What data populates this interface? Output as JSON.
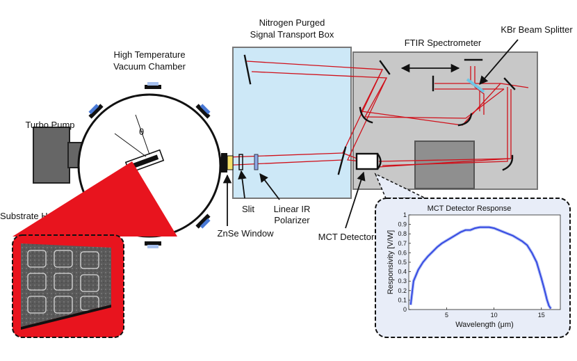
{
  "labels": {
    "box_title_line1": "Nitrogen Purged",
    "box_title_line2": "Signal Transport Box",
    "chamber_line1": "High Temperature",
    "chamber_line2": "Vacuum Chamber",
    "ftir": "FTIR Spectrometer",
    "beam_splitter": "KBr Beam Splitter",
    "turbo_pump": "Turbo Pump",
    "substrate_heater": "Substrate Heater",
    "theta": "θ",
    "slit": "Slit",
    "polarizer_line1": "Linear IR",
    "polarizer_line2": "Polarizer",
    "znse_window": "ZnSe Window",
    "mct_detector": "MCT Detector"
  },
  "colors": {
    "beam": "#d0101a",
    "transport_box_fill": "#cde8f7",
    "ftir_fill": "#c8c8c8",
    "detector_curve": "#2b3ee0",
    "inset_fill": "#e8edf8",
    "sem_border": "#e8141e"
  },
  "chart_data": {
    "type": "line",
    "title": "MCT Detector Response",
    "xlabel": "Wavelength (μm)",
    "ylabel": "Responsivity [V/W]",
    "xlim": [
      1,
      17
    ],
    "ylim": [
      0,
      1
    ],
    "xticks": [
      5,
      10,
      15
    ],
    "yticks": [
      0,
      0.1,
      0.2,
      0.3,
      0.4,
      0.5,
      0.6,
      0.7,
      0.8,
      0.9,
      1
    ],
    "grid": false,
    "series": [
      {
        "name": "",
        "x": [
          1.2,
          1.5,
          2.0,
          2.5,
          3.0,
          3.5,
          4.0,
          4.5,
          5.0,
          5.5,
          6.0,
          6.5,
          7.0,
          7.5,
          8.0,
          8.5,
          9.0,
          9.5,
          10.0,
          10.5,
          11.0,
          11.5,
          12.0,
          12.5,
          13.0,
          13.5,
          14.0,
          14.5,
          15.0,
          15.3,
          15.6,
          15.8,
          16.0
        ],
        "y": [
          0.05,
          0.3,
          0.42,
          0.5,
          0.56,
          0.61,
          0.66,
          0.7,
          0.73,
          0.76,
          0.79,
          0.82,
          0.84,
          0.84,
          0.86,
          0.87,
          0.87,
          0.87,
          0.86,
          0.84,
          0.82,
          0.8,
          0.78,
          0.75,
          0.72,
          0.68,
          0.6,
          0.5,
          0.33,
          0.22,
          0.1,
          0.04,
          0.01
        ]
      }
    ]
  }
}
